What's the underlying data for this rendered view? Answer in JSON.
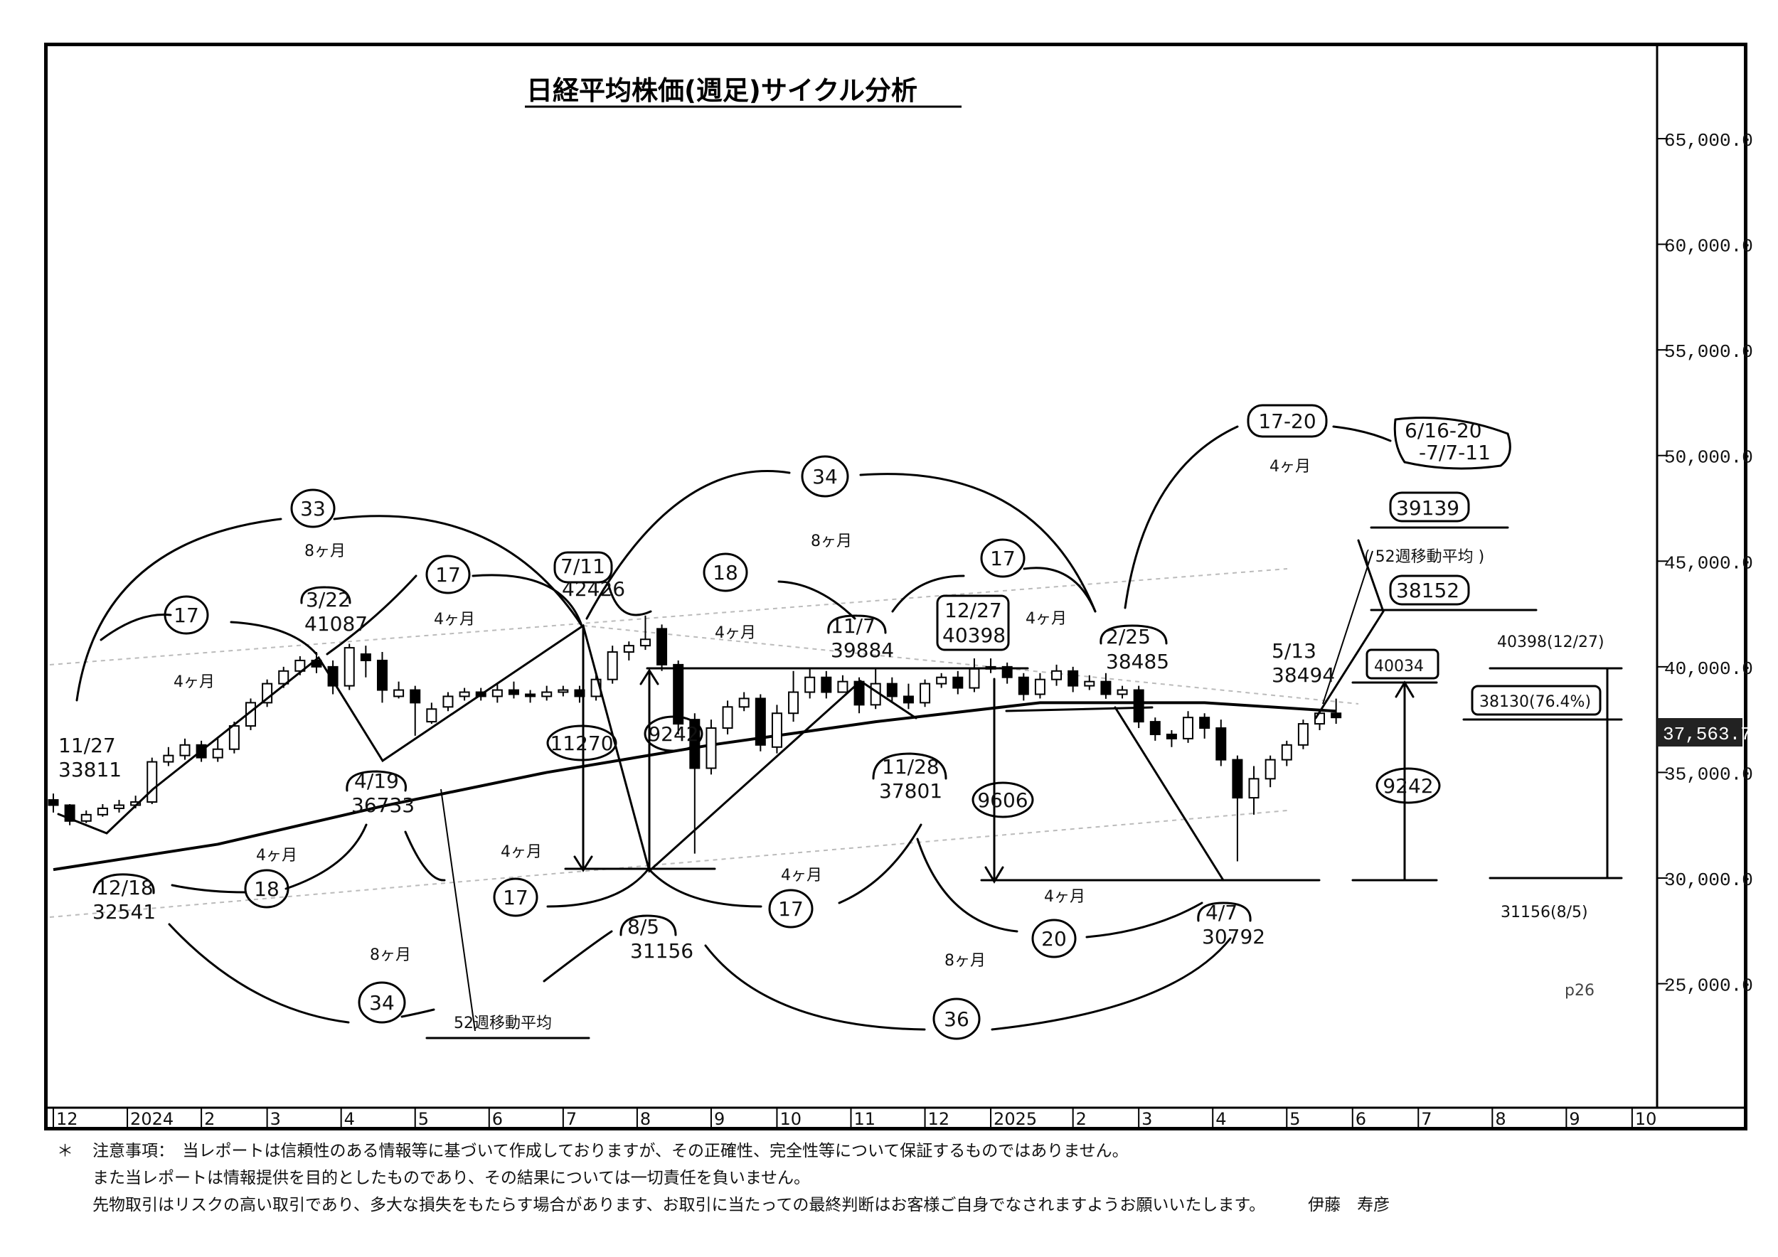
{
  "title": "日経平均株価(週足)サイクル分析",
  "page_number": "p26",
  "current_price_label": "37,563.7",
  "notes": {
    "mark": "＊",
    "line1": "注意事項：　当レポートは信頼性のある情報等に基づいて作成しておりますが、その正確性、完全性等について保証するものではありません。",
    "line2": "また当レポートは情報提供を目的としたものであり、その結果については一切責任を負いません。",
    "line3": "先物取引はリスクの高い取引であり、多大な損失をもたらす場合があります、お取引に当たっての最終判断はお客様ご自身でなされますようお願いいたします。",
    "author": "伊藤　寿彦"
  },
  "chart_data": {
    "type": "candlestick",
    "title": "日経平均株価(週足)サイクル分析",
    "ylim": [
      20000,
      67500
    ],
    "y_ticks": [
      {
        "value": 65000,
        "label": "65,000.0"
      },
      {
        "value": 60000,
        "label": "60,000.0"
      },
      {
        "value": 55000,
        "label": "55,000.0"
      },
      {
        "value": 50000,
        "label": "50,000.0"
      },
      {
        "value": 45000,
        "label": "45,000.0"
      },
      {
        "value": 40000,
        "label": "40,000.0"
      },
      {
        "value": 35000,
        "label": "35,000.0"
      },
      {
        "value": 30000,
        "label": "30,000.0"
      },
      {
        "value": 25000,
        "label": "25,000.0"
      }
    ],
    "x_ticks": [
      {
        "week": 0,
        "label": "12"
      },
      {
        "week": 4.5,
        "label": "2024"
      },
      {
        "week": 9,
        "label": "2"
      },
      {
        "week": 13,
        "label": "3"
      },
      {
        "week": 17.5,
        "label": "4"
      },
      {
        "week": 22,
        "label": "5"
      },
      {
        "week": 26.5,
        "label": "6"
      },
      {
        "week": 31,
        "label": "7"
      },
      {
        "week": 35.5,
        "label": "8"
      },
      {
        "week": 40,
        "label": "9"
      },
      {
        "week": 44,
        "label": "10"
      },
      {
        "week": 48.5,
        "label": "11"
      },
      {
        "week": 53,
        "label": "12"
      },
      {
        "week": 57,
        "label": "2025"
      },
      {
        "week": 62,
        "label": "2"
      },
      {
        "week": 66,
        "label": "3"
      },
      {
        "week": 70.5,
        "label": "4"
      },
      {
        "week": 75,
        "label": "5"
      },
      {
        "week": 79,
        "label": "6"
      },
      {
        "week": 83,
        "label": "7"
      },
      {
        "week": 87.5,
        "label": "8"
      },
      {
        "week": 92,
        "label": "9"
      },
      {
        "week": 96,
        "label": "10"
      }
    ],
    "candles": [
      [
        0,
        33700,
        33450,
        34000,
        33100
      ],
      [
        1,
        33450,
        32700,
        33500,
        32500
      ],
      [
        2,
        32700,
        33000,
        33200,
        32600
      ],
      [
        3,
        33000,
        33300,
        33500,
        32900
      ],
      [
        4,
        33300,
        33450,
        33700,
        33100
      ],
      [
        5,
        33450,
        33600,
        33900,
        33300
      ],
      [
        6,
        33600,
        35500,
        35700,
        33500
      ],
      [
        7,
        35500,
        35800,
        36200,
        35300
      ],
      [
        8,
        35800,
        36300,
        36600,
        35600
      ],
      [
        9,
        36300,
        35700,
        36500,
        35500
      ],
      [
        10,
        35700,
        36100,
        36600,
        35500
      ],
      [
        11,
        36100,
        37200,
        37400,
        35900
      ],
      [
        12,
        37200,
        38300,
        38500,
        37000
      ],
      [
        13,
        38300,
        39200,
        39400,
        38100
      ],
      [
        14,
        39200,
        39800,
        40000,
        39000
      ],
      [
        15,
        39800,
        40300,
        40500,
        39600
      ],
      [
        16,
        40300,
        40000,
        40700,
        39700
      ],
      [
        17,
        40000,
        39100,
        40300,
        38700
      ],
      [
        18,
        39100,
        40900,
        41087,
        38900
      ],
      [
        19,
        40600,
        40300,
        41000,
        39500
      ],
      [
        20,
        40300,
        38900,
        40700,
        38300
      ],
      [
        21,
        38600,
        38900,
        39300,
        38500
      ],
      [
        22,
        38900,
        38300,
        39100,
        36733
      ],
      [
        23,
        37400,
        38000,
        38300,
        37300
      ],
      [
        24,
        38100,
        38600,
        38800,
        37900
      ],
      [
        25,
        38600,
        38800,
        39000,
        38400
      ],
      [
        26,
        38800,
        38600,
        39000,
        38400
      ],
      [
        27,
        38600,
        38900,
        39200,
        38300
      ],
      [
        28,
        38900,
        38700,
        39300,
        38500
      ],
      [
        29,
        38700,
        38600,
        38900,
        38300
      ],
      [
        30,
        38600,
        38800,
        39100,
        38400
      ],
      [
        31,
        38800,
        38900,
        39100,
        38600
      ],
      [
        32,
        38900,
        38600,
        39100,
        38300
      ],
      [
        33,
        38600,
        39400,
        39700,
        38400
      ],
      [
        34,
        39400,
        40700,
        41000,
        39200
      ],
      [
        35,
        40700,
        41000,
        41200,
        40300
      ],
      [
        36,
        41000,
        41300,
        42426,
        40800
      ],
      [
        37,
        41800,
        40100,
        42000,
        39800
      ],
      [
        38,
        40100,
        37300,
        40300,
        36800
      ],
      [
        39,
        37500,
        35200,
        37800,
        31156
      ],
      [
        40,
        35200,
        37100,
        37500,
        34900
      ],
      [
        41,
        37100,
        38100,
        38400,
        36800
      ],
      [
        42,
        38100,
        38500,
        38800,
        37900
      ],
      [
        43,
        38500,
        36300,
        38700,
        36000
      ],
      [
        44,
        36200,
        37800,
        38200,
        35900
      ],
      [
        45,
        37800,
        38800,
        39800,
        37400
      ],
      [
        46,
        38800,
        39500,
        39900,
        38500
      ],
      [
        47,
        39500,
        38800,
        39800,
        38500
      ],
      [
        48,
        38800,
        39300,
        39600,
        38800
      ],
      [
        49,
        39300,
        38200,
        39500,
        37801
      ],
      [
        50,
        38200,
        39200,
        39884,
        38000
      ],
      [
        51,
        39200,
        38600,
        39500,
        38300
      ],
      [
        52,
        38600,
        38300,
        39200,
        38000
      ],
      [
        53,
        38300,
        39200,
        39400,
        38100
      ],
      [
        54,
        39200,
        39500,
        39700,
        39000
      ],
      [
        55,
        39500,
        39000,
        39800,
        38700
      ],
      [
        56,
        39000,
        39900,
        40398,
        38800
      ],
      [
        57,
        39900,
        40000,
        40398,
        39700
      ],
      [
        58,
        40000,
        39500,
        40200,
        39200
      ],
      [
        59,
        39500,
        38700,
        39700,
        38400
      ],
      [
        60,
        38700,
        39400,
        39700,
        38500
      ],
      [
        61,
        39400,
        39800,
        40100,
        39100
      ],
      [
        62,
        39800,
        39100,
        40000,
        38800
      ],
      [
        63,
        39100,
        39300,
        39600,
        38900
      ],
      [
        64,
        39300,
        38700,
        39700,
        38485
      ],
      [
        65,
        38700,
        38900,
        39100,
        38500
      ],
      [
        66,
        38900,
        37400,
        39100,
        37100
      ],
      [
        67,
        37400,
        36800,
        37600,
        36500
      ],
      [
        68,
        36800,
        36600,
        37000,
        36200
      ],
      [
        69,
        36600,
        37600,
        37900,
        36400
      ],
      [
        70,
        37600,
        37100,
        37800,
        36600
      ],
      [
        71,
        37100,
        35600,
        37500,
        35300
      ],
      [
        72,
        35600,
        33800,
        35800,
        30792
      ],
      [
        73,
        33800,
        34700,
        35300,
        33000
      ],
      [
        74,
        34700,
        35600,
        35800,
        34300
      ],
      [
        75,
        35600,
        36300,
        36500,
        35300
      ],
      [
        76,
        36300,
        37300,
        37500,
        36100
      ],
      [
        77,
        37300,
        37800,
        38000,
        37000
      ],
      [
        78,
        37800,
        37600,
        38494,
        37300
      ]
    ],
    "moving_average": {
      "name": "52週移動平均",
      "points": [
        [
          0,
          30400
        ],
        [
          10,
          31600
        ],
        [
          20,
          33400
        ],
        [
          30,
          35000
        ],
        [
          40,
          36300
        ],
        [
          50,
          37400
        ],
        [
          60,
          38300
        ],
        [
          70,
          38300
        ],
        [
          78,
          37900
        ]
      ]
    },
    "price_labels": [
      {
        "date": "11/27",
        "value": "33811"
      },
      {
        "date": "12/18",
        "value": "32541"
      },
      {
        "date": "3/22",
        "value": "41087"
      },
      {
        "date": "4/19",
        "value": "36733"
      },
      {
        "date": "7/11",
        "value": "42426"
      },
      {
        "date": "8/5",
        "value": "31156"
      },
      {
        "date": "11/7",
        "value": "39884"
      },
      {
        "date": "11/28",
        "value": "37801"
      },
      {
        "date": "12/27",
        "value": "40398"
      },
      {
        "date": "2/25",
        "value": "38485"
      },
      {
        "date": "4/7",
        "value": "30792"
      },
      {
        "date": "5/13",
        "value": "38494"
      }
    ],
    "cycle_labels": {
      "c33": "33",
      "c17a": "17",
      "c17b": "17",
      "c34a": "34",
      "c18a": "18",
      "c18b": "18",
      "c17c": "17",
      "c17d": "17",
      "c17e": "17",
      "c20": "20",
      "c34b": "34",
      "c36": "36",
      "c17_20": "17-20",
      "m8a": "8ヶ月",
      "m4a": "4ヶ月",
      "m4b": "4ヶ月",
      "m8b": "8ヶ月",
      "m4c": "4ヶ月",
      "m4d": "4ヶ月",
      "m4e": "4ヶ月",
      "m4f": "4ヶ月",
      "m4g": "4ヶ月",
      "m8c": "8ヶ月",
      "m4h": "4ヶ月",
      "m8d": "8ヶ月",
      "m4i": "4ヶ月"
    },
    "range_labels": {
      "r1": "11270",
      "r2": "9242",
      "r3": "9606",
      "r4": "9242"
    },
    "targets": {
      "window_l1": "6/16-20",
      "window_l2": "-7/7-11",
      "t1": "39139",
      "t2": "38152",
      "t3": "40034",
      "ma_note": "( 52週移動平均 )",
      "ref_high": "40398(12/27)",
      "ref_mid": "38130(76.4%)",
      "ref_low": "31156(8/5)"
    },
    "ma_label": "52週移動平均"
  }
}
